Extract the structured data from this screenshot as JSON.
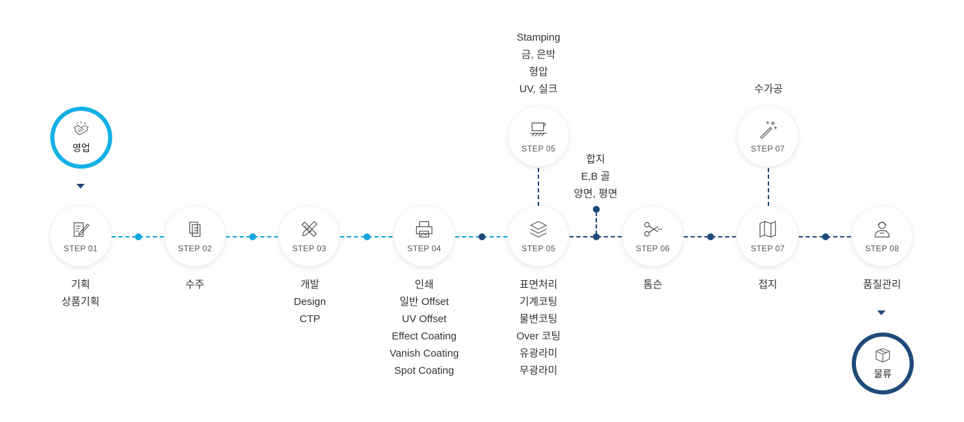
{
  "colors": {
    "accent_light": "#13b0e6",
    "accent_dark": "#1e4a7a",
    "text": "#333333"
  },
  "start": {
    "label": "영업",
    "icon": "handshake-icon"
  },
  "end": {
    "label": "물류",
    "icon": "box-icon"
  },
  "steps": [
    {
      "step": "STEP 01",
      "icon": "document-pen-icon",
      "lines": [
        "기획",
        "상품기획"
      ]
    },
    {
      "step": "STEP 02",
      "icon": "documents-icon",
      "lines": [
        "수주"
      ]
    },
    {
      "step": "STEP 03",
      "icon": "pencil-ruler-icon",
      "lines": [
        "개발",
        "Design",
        "CTP"
      ]
    },
    {
      "step": "STEP 04",
      "icon": "printer-icon",
      "lines": [
        "인쇄",
        "일반 Offset",
        "UV Offset",
        "Effect Coating",
        "Vanish Coating",
        "Spot Coating"
      ]
    },
    {
      "step": "STEP 05",
      "icon": "layers-icon",
      "lines": [
        "표면처리",
        "기계코팅",
        "물변코팅",
        "Over 코팅",
        "유광라미",
        "무광라미"
      ]
    },
    {
      "step": "STEP 06",
      "icon": "scissors-icon",
      "lines": [
        "톰슨"
      ]
    },
    {
      "step": "STEP 07",
      "icon": "map-fold-icon",
      "lines": [
        "접지"
      ]
    },
    {
      "step": "STEP 08",
      "icon": "worker-icon",
      "lines": [
        "품질관리"
      ]
    }
  ],
  "branches": {
    "step05_upper": {
      "step": "STEP 05",
      "icon": "foil-stamp-icon",
      "lines": [
        "Stamping",
        "금, 은박",
        "형압",
        "UV, 실크"
      ]
    },
    "step06_note": {
      "lines": [
        "합지",
        "E,B 골",
        "양면, 평면"
      ]
    },
    "step07_upper": {
      "step": "STEP 07",
      "icon": "magic-wand-icon",
      "lines": [
        "수가공"
      ]
    }
  }
}
